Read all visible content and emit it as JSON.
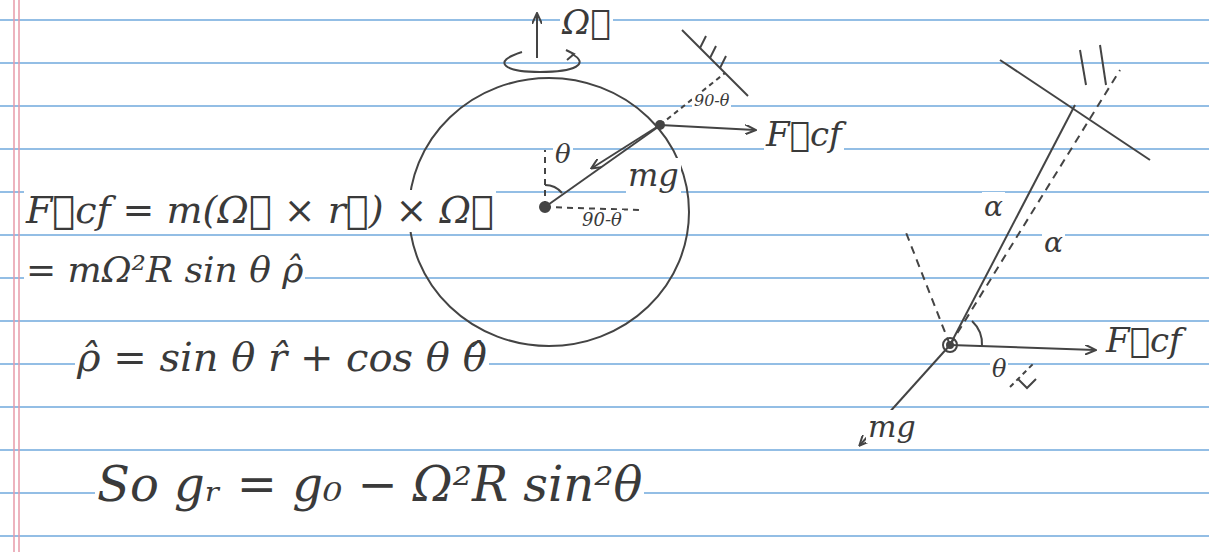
{
  "diagram": {
    "labels": [
      "Ω⃗",
      "90-θ",
      "F⃗cf",
      "θ",
      "90-θ",
      "mg",
      "F⃗cf = m(Ω⃗ × r⃗) × Ω⃗",
      "= mΩ²R sin θ ρ̂",
      "ρ̂ = sin θ r̂ + cos θ θ̂",
      "So gᵣ = g₀ − Ω²R sin²θ",
      "α",
      "α",
      "F⃗cf",
      "θ",
      "mg"
    ]
  }
}
